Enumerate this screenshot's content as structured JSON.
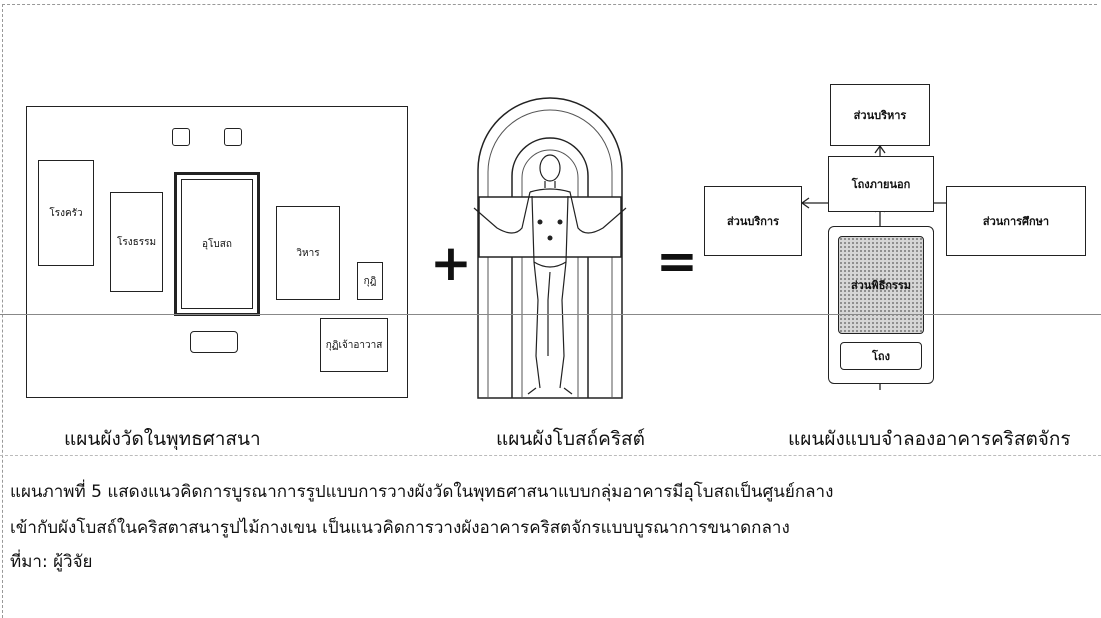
{
  "temple_plan": {
    "kitchen": "โรงครัว",
    "sermon_hall": "โรงธรรม",
    "ubosot": "อุโบสถ",
    "vihara": "วิหาร",
    "kuti": "กุฎิ",
    "abbot_kuti": "กุฏิเจ้าอาวาส"
  },
  "church_functions": {
    "admin": "ส่วนบริหาร",
    "narthex": "โถงภายนอก",
    "service": "ส่วนบริการ",
    "education": "ส่วนการศึกษา",
    "worship": "ส่วนพิธีกรรม",
    "hall": "โถง"
  },
  "operators": {
    "plus": "+",
    "equals": "="
  },
  "labels": {
    "temple": "แผนผังวัดในพุทธศาสนา",
    "cross": "แผนผังโบสถ์คริสต์",
    "model": "แผนผังแบบจำลองอาคารคริสตจักร"
  },
  "caption": {
    "line1": "แผนภาพที่ 5 แสดงแนวคิดการบูรณาการรูปแบบการวางผังวัดในพุทธศาสนาแบบกลุ่มอาคารมีอุโบสถเป็นศูนย์กลาง",
    "line2": "เข้ากับผังโบสถ์ในคริสตาสนารูปไม้กางเขน เป็นแนวคิดการวางผังอาคารคริสตจักรแบบบูรณาการขนาดกลาง",
    "line3": "ที่มา: ผู้วิจัย"
  }
}
